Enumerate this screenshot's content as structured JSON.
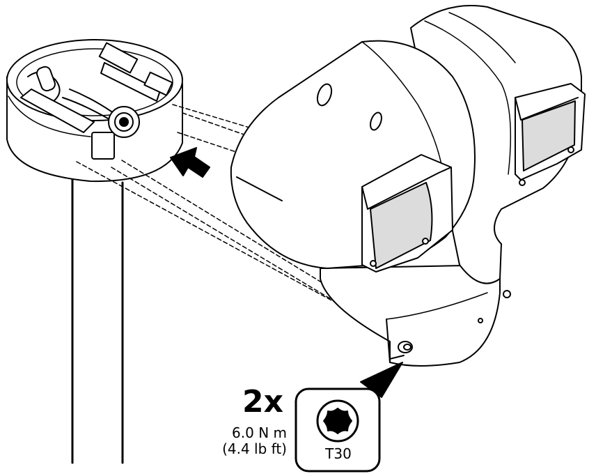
{
  "callout": {
    "quantity": "2x",
    "torque_metric": "6.0 N m",
    "torque_imperial": "(4.4 lb ft)",
    "tool": "T30"
  },
  "colors": {
    "line": "#000000",
    "fill": "#ffffff",
    "window": "#dcdcdc"
  }
}
